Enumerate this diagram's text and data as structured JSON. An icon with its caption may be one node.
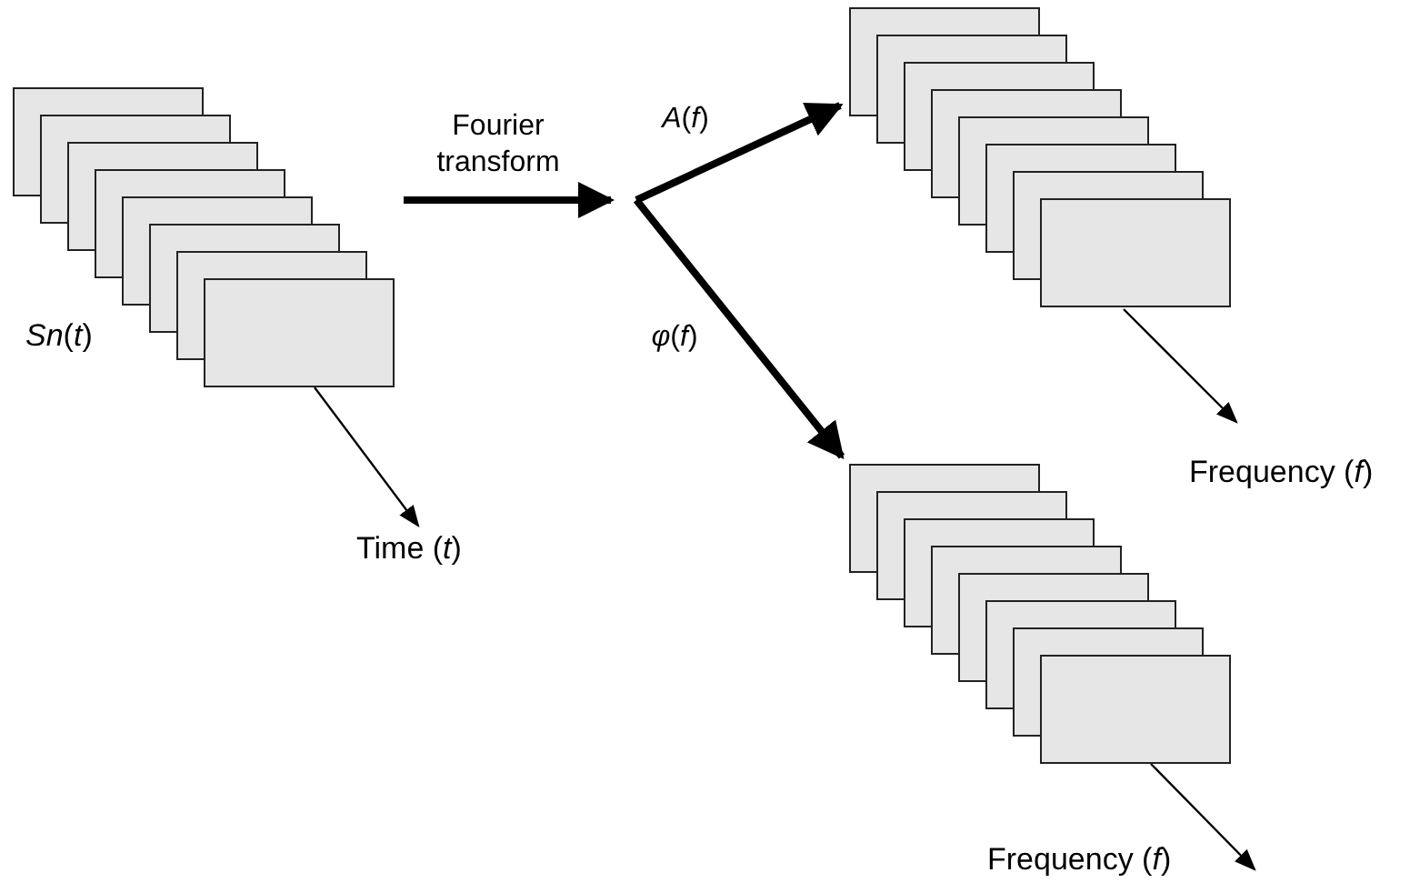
{
  "diagram": {
    "nodes": [
      {
        "text": [
          "*Sn*(*t*)"
        ]
      },
      {
        "text": [],
        "shape": "stack"
      },
      {
        "text": [],
        "shape": "stack"
      }
    ],
    "edges": [
      {
        "from": 0,
        "to": null,
        "arrow": "to",
        "label": "Fourier transform"
      },
      {
        "from": null,
        "to": 1,
        "arrow": "to",
        "label": "*A*(*f*)"
      },
      {
        "from": null,
        "to": 2,
        "arrow": "to",
        "label": "*φ*(*f*)"
      }
    ],
    "labels": [
      "Time (*t*)",
      "Frequency (*f*)",
      "Frequency (*f*)"
    ]
  }
}
